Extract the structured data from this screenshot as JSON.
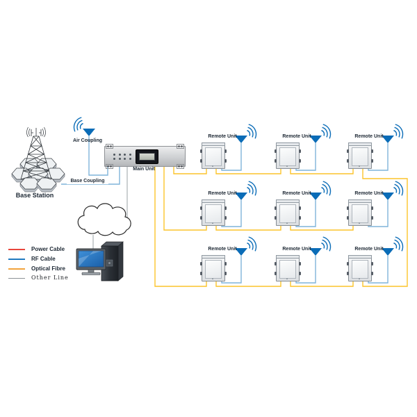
{
  "labels": {
    "base_station": "Base Station",
    "air_coupling": "Air Coupling",
    "base_coupling": "Base Coupling",
    "main_unit": "Main Unit"
  },
  "units": [
    {
      "label": "Remote Unit"
    },
    {
      "label": "Remote Unit"
    },
    {
      "label": "Remote Unit"
    },
    {
      "label": "Remote Unit"
    },
    {
      "label": "Remote Unit"
    },
    {
      "label": "Remote Unit"
    },
    {
      "label": "Remote Unit"
    },
    {
      "label": "Remote Unit"
    },
    {
      "label": "Remote Unit"
    }
  ],
  "legend": {
    "items": [
      {
        "label": "Power Cable",
        "color": "#e8463c"
      },
      {
        "label": "RF Cable",
        "color": "#1f79c0"
      },
      {
        "label": "Optical Fibre",
        "color": "#f2a33c"
      },
      {
        "label": "Other Line",
        "color": "#8c9196"
      }
    ]
  },
  "colors": {
    "antenna": "#0a6cb7",
    "rf_cable": "#7fb4da",
    "optical_fibre": "#fcc42a",
    "other_line": "#9aa0a5"
  }
}
